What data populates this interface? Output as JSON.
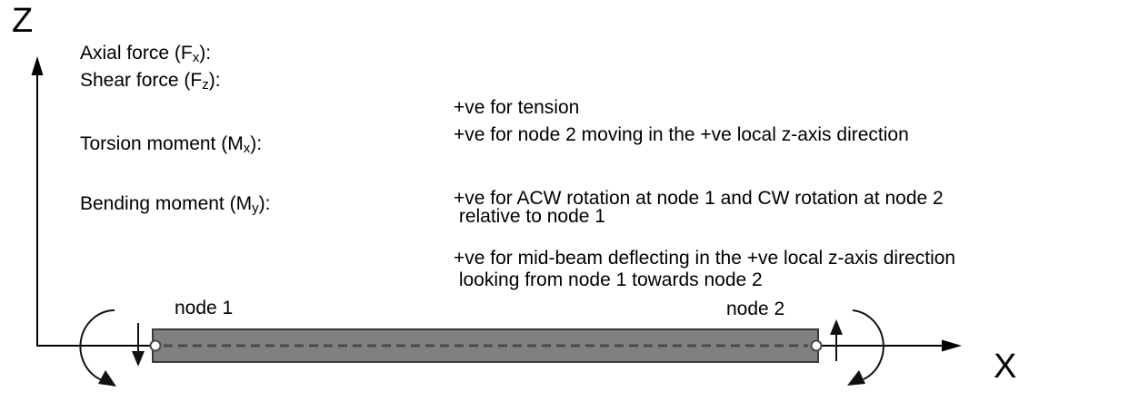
{
  "axes": {
    "z_label": "Z",
    "x_label": "X"
  },
  "definitions": [
    {
      "term_pre": "Axial force (F",
      "term_sub": "x",
      "term_post": "):",
      "lines": [
        "+ve for tension"
      ]
    },
    {
      "term_pre": "Shear force (F",
      "term_sub": "z",
      "term_post": "):",
      "lines": [
        "+ve for node 2 moving in the +ve local z-axis direction",
        " relative to node 1"
      ]
    },
    {
      "term_pre": "Torsion moment (M",
      "term_sub": "x",
      "term_post": "):",
      "lines": [
        "+ve for ACW rotation at node 1 and CW rotation at node 2",
        " looking from node 1 towards node 2"
      ]
    },
    {
      "term_pre": "Bending moment (M",
      "term_sub": "y",
      "term_post": "):",
      "lines": [
        "+ve for mid-beam deflecting in the +ve local z-axis direction"
      ]
    }
  ],
  "beam": {
    "node1_label": "node 1",
    "node2_label": "node 2",
    "fill_color": "#808080",
    "border_color": "#3a3a3a",
    "centerline_color": "#4a4a4a",
    "node_circle_fill": "#ffffff"
  },
  "colors": {
    "ink": "#000000",
    "background": "#ffffff"
  }
}
